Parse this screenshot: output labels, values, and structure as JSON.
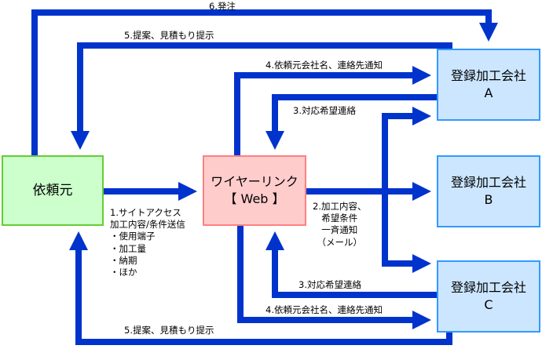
{
  "nodes": {
    "client": "依頼元",
    "wirelink": [
      "ワイヤーリンク",
      "【 Web 】"
    ],
    "vendor_a": [
      "登録加工会社",
      "A"
    ],
    "vendor_b": [
      "登録加工会社",
      "B"
    ],
    "vendor_c": [
      "登録加工会社",
      "C"
    ]
  },
  "labels": {
    "order": "6.発注",
    "proposal_top": "5.提案、見積もり提示",
    "notify_a": "4.依頼元会社名、連絡先通知",
    "reply_a": "3.対応希望連絡",
    "broadcast": [
      "2.加工内容、",
      "希望条件",
      "一斉通知",
      "（メール）"
    ],
    "access": [
      "1.サイトアクセス",
      "加工内容/条件送信",
      "・使用端子",
      "・加工量",
      "・納期",
      "・ほか"
    ],
    "reply_c": "3.対応希望連絡",
    "notify_c": "4.依頼元会社名、連絡先通知",
    "proposal_bottom": "5.提案、見積もり提示"
  },
  "colors": {
    "arrow": "#0033cc",
    "client_fill": "#ccffcc",
    "client_border": "#66cc33",
    "wirelink_fill": "#ffcccc",
    "wirelink_border": "#ff8080",
    "vendor_fill": "#cce6ff",
    "vendor_border": "#3399ff"
  }
}
